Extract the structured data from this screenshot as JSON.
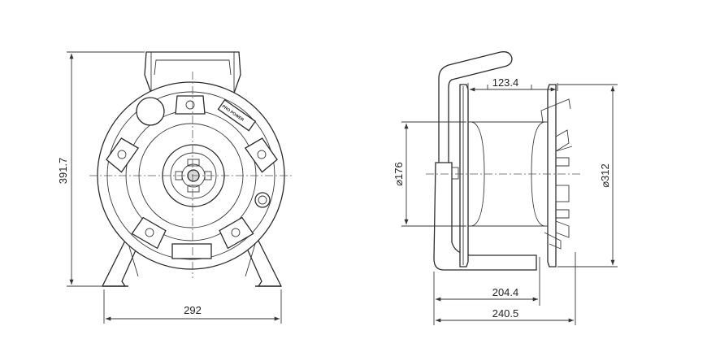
{
  "front_view": {
    "width_label": "292",
    "height_label": "391.7",
    "logo_text": "PRO POWER"
  },
  "side_view": {
    "drum_width_label": "123.4",
    "core_diameter_label": "⌀176",
    "flange_diameter_label": "⌀312",
    "base_width_label": "204.4",
    "overall_width_label": "240.5"
  },
  "colors": {
    "line": "#2b2b2b",
    "fill": "#d9d9d9",
    "background": "#ffffff"
  }
}
